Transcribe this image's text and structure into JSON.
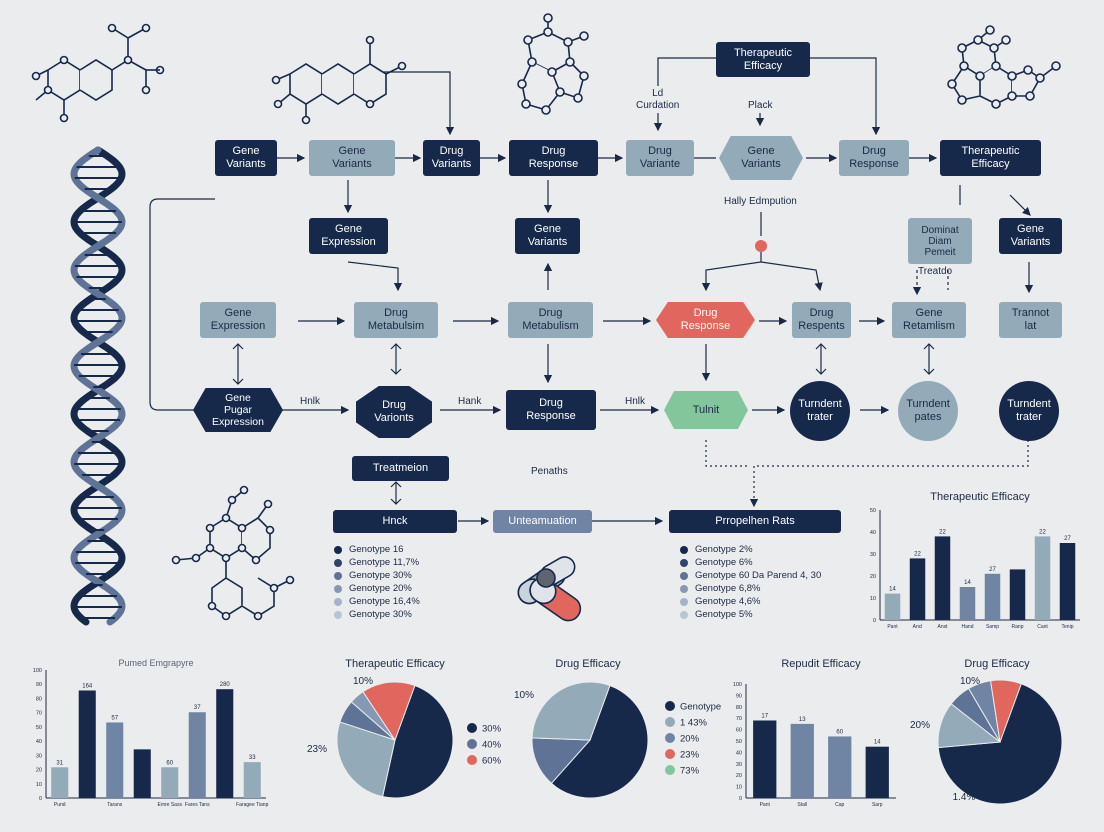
{
  "flow": {
    "top_row": {
      "gene_variants_1": "Gene\nVariants",
      "gene_variants_2": "Gene\nVariants",
      "drug_variants_1": "Drug\nVariants",
      "drug_response_1": "Drug\nResponse",
      "drug_variante": "Drug\nVariante",
      "gene_variants_3": "Gene\nVariants",
      "drug_response_2": "Drug\nResponse",
      "therapeutic_efficacy_1": "Therapeutic\nEfficacy"
    },
    "therapeutic_efficacy_top": "Therapeutic\nEfficacy",
    "annot_curdation": "Ld\nCurdation",
    "annot_plack": "Plack",
    "annot_hally": "Hally Edmpution",
    "second_row": {
      "gene_expression": "Gene\nExpression",
      "gene_variants": "Gene\nVariants",
      "dominat_diam_pemeit": "Dominat\nDiam\nPemeit",
      "gene_variants_right": "Gene\nVariants"
    },
    "annot_treatdo": "Treatdo",
    "third_row": {
      "gene_expression": "Gene\nExpression",
      "drug_metabulsim_1": "Drug\nMetabulsim",
      "drug_metabulism_2": "Drug\nMetabulism",
      "drug_response_red": "Drug\nResponse",
      "drug_respents": "Drug\nRespents",
      "gene_retamlism": "Gene\nRetamlism",
      "trannot_lat": "Trannot\nlat"
    },
    "fourth_row": {
      "gene_pugar_expression": "Gene\nPugar\nExpression",
      "drug_varionts": "Drug\nVarionts",
      "drug_response": "Drug\nResponse",
      "tulnit": "Tulnit",
      "turndent_trater_1": "Turndent\ntrater",
      "turndent_pates": "Turndent\npates",
      "turndent_trater_2": "Turndent\ntrater"
    },
    "annot_hnlk": "Hnlk",
    "annot_hank_1": "Hank",
    "annot_hnlk_2": "Hnlk",
    "treatmeion": "Treatmeion",
    "annot_penaths": "Penaths",
    "hnck": "Hnck",
    "unteamuation": "Unteamuation",
    "prropelhen_rats": "Prropelhen Rats"
  },
  "legends": {
    "left": [
      {
        "label": "Genotype 16",
        "color": "#16294b"
      },
      {
        "label": "Genotype 11,7%",
        "color": "#2f4468"
      },
      {
        "label": "Genotype 30%",
        "color": "#5e7396"
      },
      {
        "label": "Genotype 20%",
        "color": "#8598b4"
      },
      {
        "label": "Genotype 16,4%",
        "color": "#a4b4c6"
      },
      {
        "label": "Genotype 30%",
        "color": "#b8c6d2"
      }
    ],
    "right": [
      {
        "label": "Genotype 2%",
        "color": "#16294b"
      },
      {
        "label": "Genotype 6%",
        "color": "#2f4468"
      },
      {
        "label": "Genotype 60 Da Parend 4, 30",
        "color": "#5e7396"
      },
      {
        "label": "Genotype 6,8%",
        "color": "#8598b4"
      },
      {
        "label": "Genotype 4,6%",
        "color": "#a4b4c6"
      },
      {
        "label": "Genotype 5%",
        "color": "#b8c6d2"
      }
    ]
  },
  "colors": {
    "navy": "#16294b",
    "slate": "#93aab9",
    "red": "#e0665e",
    "green": "#84c69b",
    "bg": "#ebeced"
  },
  "chart_data": [
    {
      "type": "bar",
      "title": "Therapeutic Efficacy",
      "categories": [
        "Pant",
        "Ancl",
        "Anst",
        "Hand",
        "Samp",
        "Ranp",
        "Cant",
        "Tenip"
      ],
      "values": [
        12,
        28,
        38,
        15,
        21,
        23,
        38,
        35
      ],
      "data_labels": [
        "14",
        "22",
        "22",
        "14",
        "27",
        "",
        "22",
        "27"
      ],
      "colors": [
        "#93aab9",
        "#16294b",
        "#16294b",
        "#7085a3",
        "#7085a3",
        "#16294b",
        "#93aab9",
        "#16294b"
      ],
      "ylim": [
        0,
        50
      ],
      "yticks": [
        "0",
        "10",
        "20",
        "30",
        "40",
        "50"
      ]
    },
    {
      "type": "bar",
      "title": "Pumed Emgrapyre",
      "categories": [
        "Pund",
        "",
        "Tarans",
        "",
        "Emre Sass",
        "Fares Tans",
        "",
        "Faragee Tianp"
      ],
      "values": [
        24,
        84,
        59,
        38,
        24,
        67,
        85,
        28
      ],
      "data_labels": [
        "31",
        "164",
        "57",
        "",
        "60",
        "37",
        "280",
        "33"
      ],
      "colors": [
        "#93aab9",
        "#16294b",
        "#7085a3",
        "#16294b",
        "#93aab9",
        "#7085a3",
        "#16294b",
        "#93aab9"
      ],
      "ylim": [
        0,
        100
      ],
      "yticks": [
        "0",
        "10",
        "20",
        "30",
        "40",
        "50",
        "70",
        "80",
        "90",
        "100"
      ]
    },
    {
      "type": "pie",
      "title": "Therapeutic Efficacy",
      "slices": [
        {
          "label": "30%",
          "value": 45,
          "color": "#16294b"
        },
        {
          "label": "23%",
          "value": 25,
          "color": "#93aab9"
        },
        {
          "label": "",
          "value": 6,
          "color": "#5e7396"
        },
        {
          "label": "10%",
          "value": 4,
          "color": "#8598b4"
        },
        {
          "label": "60%",
          "value": 14,
          "color": "#e0665e"
        }
      ],
      "outer_labels": [
        "10%",
        "23%"
      ],
      "legend": [
        {
          "label": "30%",
          "color": "#16294b"
        },
        {
          "label": "40%",
          "color": "#5e7396"
        },
        {
          "label": "60%",
          "color": "#e0665e"
        }
      ]
    },
    {
      "type": "pie",
      "title": "Drug Efficacy",
      "slices": [
        {
          "label": "",
          "value": 56,
          "color": "#16294b"
        },
        {
          "label": "",
          "value": 14,
          "color": "#5e7396"
        },
        {
          "label": "10%",
          "value": 30,
          "color": "#93aab9"
        }
      ],
      "outer_labels": [
        "10%"
      ],
      "legend": [
        {
          "label": "Genotype",
          "color": "#16294b"
        },
        {
          "label": "1 43%",
          "color": "#93aab9"
        },
        {
          "label": "20%",
          "color": "#7085a3"
        },
        {
          "label": "23%",
          "color": "#e0665e"
        },
        {
          "label": "73%",
          "color": "#84c69b"
        }
      ]
    },
    {
      "type": "bar",
      "title": "Repudit Efficacy",
      "categories": [
        "Pant",
        "Stall",
        "Cap",
        "Sarp"
      ],
      "values": [
        68,
        65,
        54,
        45
      ],
      "data_labels": [
        "17",
        "13",
        "60",
        "14"
      ],
      "colors": [
        "#16294b",
        "#7085a3",
        "#7085a3",
        "#16294b"
      ],
      "ylim": [
        0,
        100
      ],
      "yticks": [
        "0",
        "10",
        "20",
        "30",
        "40",
        "50",
        "60",
        "70",
        "80",
        "90",
        "100"
      ]
    },
    {
      "type": "pie",
      "title": "Drug Efficacy",
      "slices": [
        {
          "label": "",
          "value": 68,
          "color": "#16294b"
        },
        {
          "label": "20%",
          "value": 12,
          "color": "#93aab9"
        },
        {
          "label": "",
          "value": 6,
          "color": "#5e7396"
        },
        {
          "label": "",
          "value": 6,
          "color": "#7085a3"
        },
        {
          "label": "10%",
          "value": 8,
          "color": "#e0665e"
        }
      ],
      "outer_labels": [
        "10%",
        "20%",
        "1.4%"
      ]
    }
  ]
}
